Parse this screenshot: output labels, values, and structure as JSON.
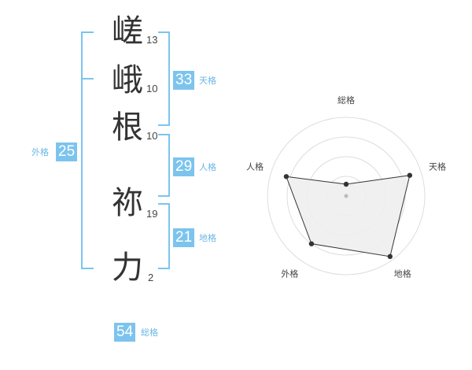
{
  "characters": [
    {
      "char": "嵯",
      "strokes": "13"
    },
    {
      "char": "峨",
      "strokes": "10"
    },
    {
      "char": "根",
      "strokes": "10"
    },
    {
      "char": "祢",
      "strokes": "19"
    },
    {
      "char": "力",
      "strokes": "2"
    }
  ],
  "kaku": {
    "tenkaku": {
      "value": "33",
      "label": "天格"
    },
    "jinkaku": {
      "value": "29",
      "label": "人格"
    },
    "chikaku": {
      "value": "21",
      "label": "地格"
    },
    "gaikaku": {
      "value": "25",
      "label": "外格"
    },
    "soukaku": {
      "value": "54",
      "label": "総格"
    }
  },
  "colors": {
    "accent": "#7cc4ee",
    "label": "#6ab8e6",
    "text": "#333333",
    "radar_fill": "#eeeeee",
    "radar_line": "#333333",
    "grid": "#dddddd"
  },
  "chart_data": {
    "type": "radar",
    "axes": [
      "総格",
      "天格",
      "地格",
      "外格",
      "人格"
    ],
    "values": [
      0.15,
      0.85,
      0.95,
      0.75,
      0.8
    ],
    "range": [
      0,
      1
    ],
    "grid_rings": 4
  }
}
